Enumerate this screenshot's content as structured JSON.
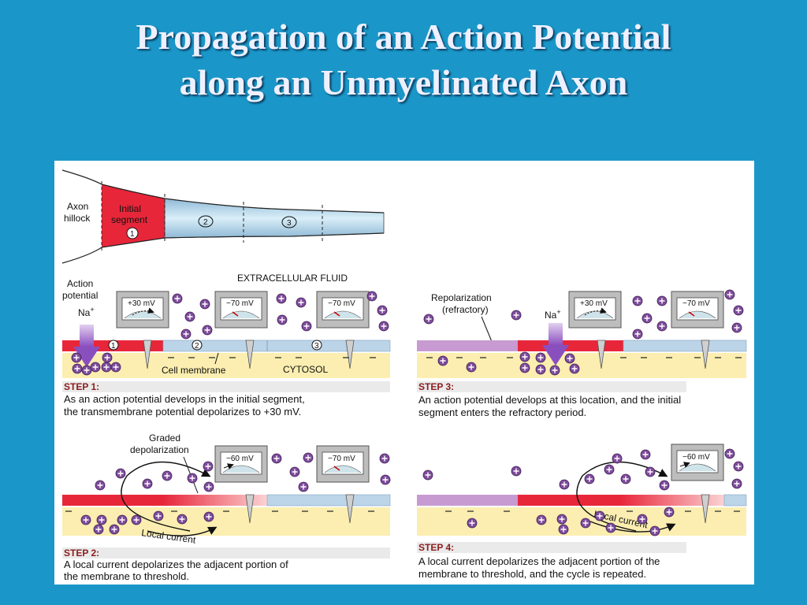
{
  "slide": {
    "title_line1": "Propagation of an Action Potential",
    "title_line2": "along an Unmyelinated Axon"
  },
  "axon_overview": {
    "hillock_label_1": "Axon",
    "hillock_label_2": "hillock",
    "initial_label_1": "Initial",
    "initial_label_2": "segment",
    "segment_numbers": [
      "1",
      "2",
      "3"
    ]
  },
  "labels": {
    "extracellular": "EXTRACELLULAR FLUID",
    "action_potential_1": "Action",
    "action_potential_2": "potential",
    "na": "Na",
    "na_sup": "+",
    "cell_membrane": "Cell membrane",
    "cytosol": "CYTOSOL",
    "repolarization_1": "Repolarization",
    "repolarization_2": "(refractory)",
    "graded_1": "Graded",
    "graded_2": "depolarization",
    "local_current": "Local current"
  },
  "meters": {
    "step1": [
      "+30 mV",
      "−70 mV",
      "−70 mV"
    ],
    "step2": [
      "−60 mV",
      "−70 mV"
    ],
    "step3": [
      "+30 mV",
      "−70 mV"
    ],
    "step4": [
      "−60 mV"
    ]
  },
  "steps": [
    {
      "title": "STEP 1:",
      "line1": "As an action potential develops in the initial segment,",
      "line2": "the transmembrane potential depolarizes to +30 mV."
    },
    {
      "title": "STEP 2:",
      "line1": "A local current depolarizes the adjacent portion of",
      "line2": "the membrane to threshold."
    },
    {
      "title": "STEP 3:",
      "line1": "An action potential develops at this location, and the initial",
      "line2": "segment enters the refractory period."
    },
    {
      "title": "STEP 4:",
      "line1": "A local current depolarizes the adjacent portion of the",
      "line2": "membrane to threshold, and the cycle is repeated."
    }
  ],
  "colors": {
    "background": "#1a97c8",
    "depolarized": "#e8263a",
    "resting": "#bcd4e8",
    "refractory": "#c79bd1",
    "cytosol": "#fbeeb0",
    "ion": "#7f4c9c"
  }
}
